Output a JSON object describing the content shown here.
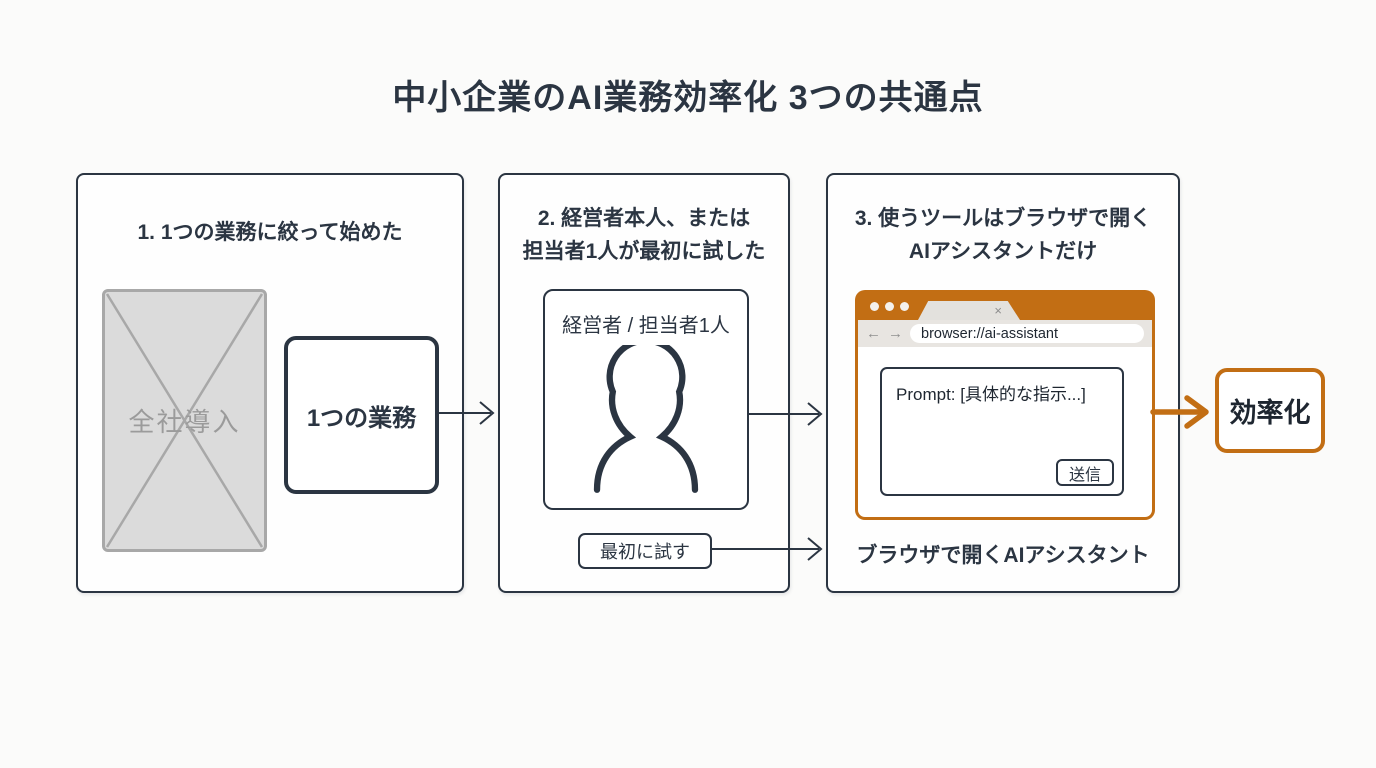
{
  "title": "中小企業のAI業務効率化 3つの共通点",
  "colors": {
    "dark_navy": "#2b3542",
    "accent_orange": "#c26e14",
    "rejected_fill": "#dbdbdb",
    "rejected_border": "#a8a8a8",
    "rejected_text": "#9b9b9b"
  },
  "panels": [
    {
      "heading": "1. 1つの業務に絞って始めた",
      "crossed_box_label": "全社導入",
      "focus_box_label": "1つの業務"
    },
    {
      "heading_line1": "2. 経営者本人、または",
      "heading_line2": "担当者1人が最初に試した",
      "person_box_label": "経営者 / 担当者1人",
      "try_button_label": "最初に試す"
    },
    {
      "heading_line1": "3. 使うツールはブラウザで開く",
      "heading_line2": "AIアシスタントだけ",
      "browser": {
        "url": "browser://ai-assistant",
        "tab_close_glyph": "×",
        "back_glyph": "←",
        "forward_glyph": "→",
        "prompt_text": "Prompt: [具体的な指示...]",
        "send_button_label": "送信"
      },
      "caption": "ブラウザで開くAIアシスタント"
    }
  ],
  "result_box_label": "効率化"
}
